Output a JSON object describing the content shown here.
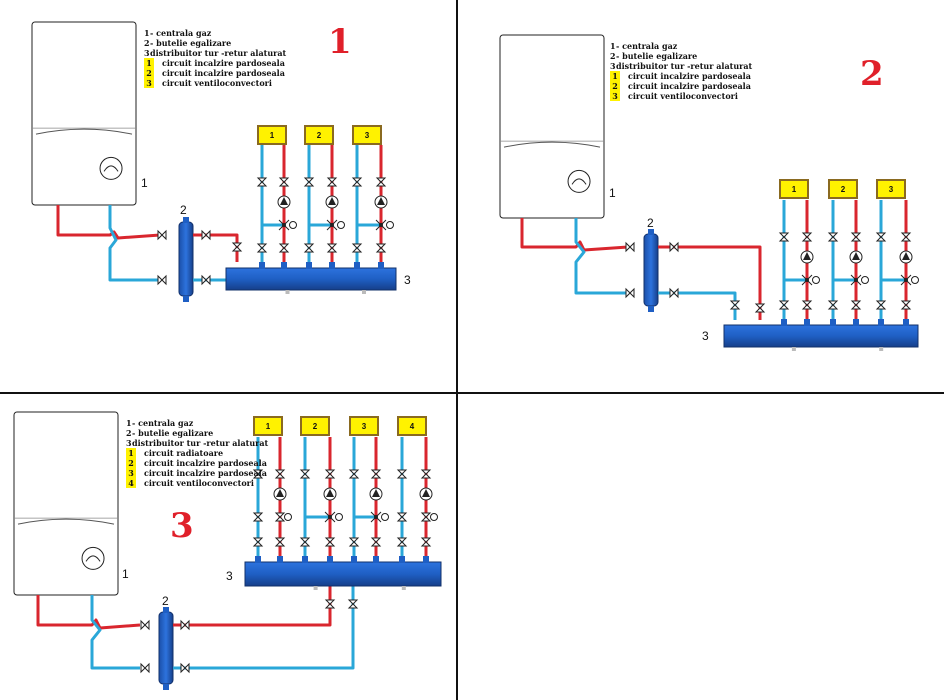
{
  "panels": [
    {
      "number": "1",
      "legend": [
        {
          "num": "1",
          "text": "- centrala gaz",
          "hl": false
        },
        {
          "num": "2",
          "text": "- butelie egalizare",
          "hl": false
        },
        {
          "num": "3",
          "text": "distribuitor tur -retur alaturat",
          "hl": false
        },
        {
          "num": "1",
          "text": "circuit incalzire pardoseala",
          "hl": true
        },
        {
          "num": "2",
          "text": "circuit incalzire pardoseala",
          "hl": true
        },
        {
          "num": "3",
          "text": "circuit ventiloconvectori",
          "hl": true
        }
      ],
      "labels": {
        "boiler": "1",
        "separator": "2",
        "manifold": "3"
      },
      "circuits": [
        "1",
        "2",
        "3"
      ]
    },
    {
      "number": "2",
      "legend": [
        {
          "num": "1",
          "text": "- centrala gaz",
          "hl": false
        },
        {
          "num": "2",
          "text": "- butelie egalizare",
          "hl": false
        },
        {
          "num": "3",
          "text": "distribuitor tur -retur alaturat",
          "hl": false
        },
        {
          "num": "1",
          "text": "circuit incalzire pardoseala",
          "hl": true
        },
        {
          "num": "2",
          "text": "circuit incalzire pardoseala",
          "hl": true
        },
        {
          "num": "3",
          "text": "circuit ventiloconvectori",
          "hl": true
        }
      ],
      "labels": {
        "boiler": "1",
        "separator": "2",
        "manifold": "3"
      },
      "circuits": [
        "1",
        "2",
        "3"
      ]
    },
    {
      "number": "3",
      "legend": [
        {
          "num": "1",
          "text": "- centrala gaz",
          "hl": false
        },
        {
          "num": "2",
          "text": "- butelie egalizare",
          "hl": false
        },
        {
          "num": "3",
          "text": "distribuitor tur -retur alaturat",
          "hl": false
        },
        {
          "num": "1",
          "text": "circuit radiatoare",
          "hl": true
        },
        {
          "num": "2",
          "text": "circuit incalzire pardoseala",
          "hl": true
        },
        {
          "num": "3",
          "text": "circuit incalzire pardoseala",
          "hl": true
        },
        {
          "num": "4",
          "text": "circuit ventiloconvectori",
          "hl": true
        }
      ],
      "labels": {
        "boiler": "1",
        "separator": "2",
        "manifold": "3"
      },
      "circuits": [
        "1",
        "2",
        "3",
        "4"
      ]
    }
  ],
  "colors": {
    "supply": "#d9262e",
    "return": "#2aa7d8",
    "manifold": "#1f5fc4",
    "tag_fill": "#fff200",
    "tag_border": "#8a6a20",
    "number_red": "#e0202a"
  }
}
